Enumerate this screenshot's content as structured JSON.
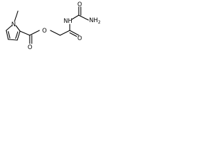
{
  "molecule": {
    "atom_labels": {
      "n_ring": "N",
      "methyl": "",
      "o_ester": "O",
      "o_carbonyl_1": "O",
      "nh": "NH",
      "o_carbonyl_2": "O",
      "o_carbonyl_3": "O",
      "nh2": "NH",
      "nh2_subscript": "2"
    }
  }
}
